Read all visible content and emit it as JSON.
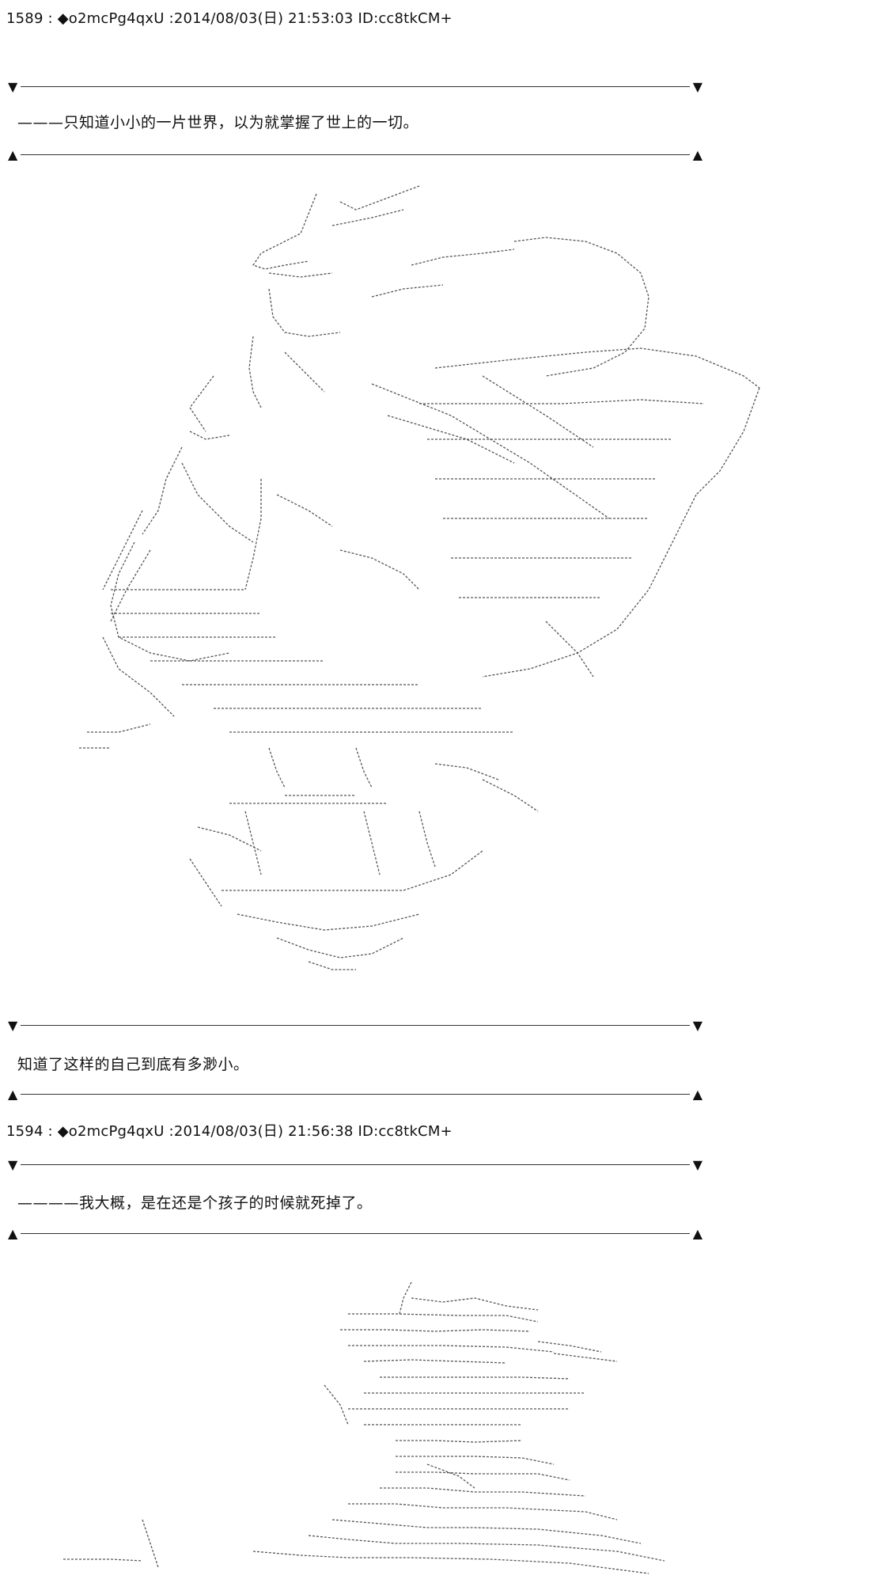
{
  "posts": [
    {
      "header": "1589 : ◆o2mcPg4qxU :2014/08/03(日) 21:53:03 ID:cc8tkCM+",
      "top_caption": "———只知道小小的一片世界，以为就掌握了世上的一切。",
      "bottom_caption": "知道了这样的自己到底有多渺小。"
    },
    {
      "header": "1594 : ◆o2mcPg4qxU :2014/08/03(日) 21:56:38 ID:cc8tkCM+",
      "top_caption": "————我大概，是在还是个孩子的时候就死掉了。"
    }
  ],
  "frame_marks": {
    "down": "▼",
    "up": "▲"
  },
  "icons": {
    "down": "down-triangle-icon",
    "up": "up-triangle-icon"
  },
  "colors": {
    "text": "#111111",
    "rule": "#333333",
    "art": "#555555",
    "background": "#ffffff"
  }
}
